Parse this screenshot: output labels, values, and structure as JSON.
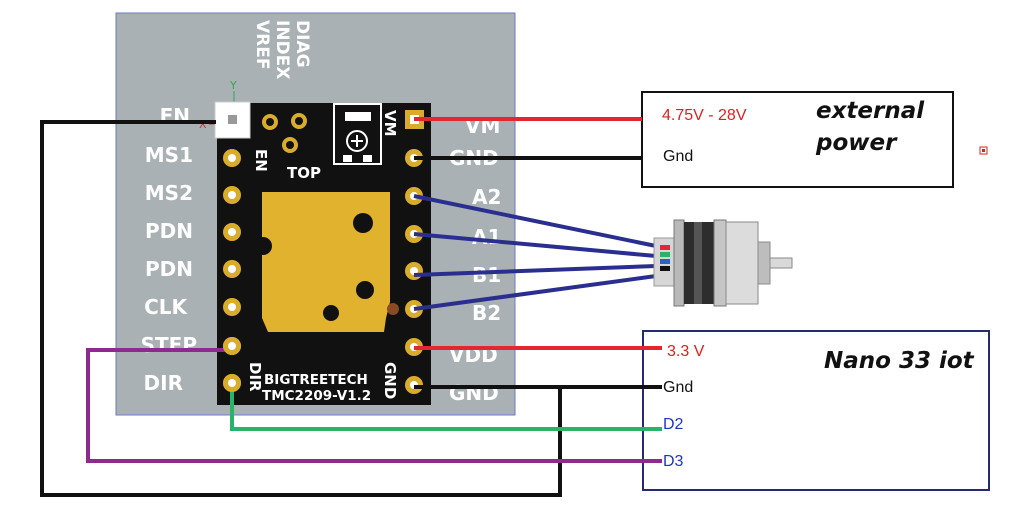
{
  "board": {
    "left_pins": [
      "EN",
      "MS1",
      "MS2",
      "PDN",
      "PDN",
      "CLK",
      "STEP",
      "DIR"
    ],
    "right_pins": [
      "VM",
      "GND",
      "A2",
      "A1",
      "B1",
      "B2",
      "VDD",
      "GND"
    ],
    "top_labels": [
      "DIAG",
      "INDEX",
      "VREF"
    ],
    "chip_left_labels": [
      "EN",
      "DIR"
    ],
    "chip_right_labels": [
      "VM",
      "GND"
    ],
    "top_marker": "TOP",
    "jumper_marks": {
      "y": "Y",
      "x": "X"
    },
    "brand": "BIGTREETECH",
    "model": "TMC2209-V1.2"
  },
  "power_box": {
    "title_line1": "external",
    "title_line2": "power",
    "voltage_label": "4.75V - 28V",
    "gnd_label": "Gnd"
  },
  "nano_box": {
    "title": "Nano 33 iot",
    "v33_label": "3.3 V",
    "gnd_label": "Gnd",
    "d2_label": "D2",
    "d3_label": "D3"
  },
  "colors": {
    "board_bg": "#aab1b4",
    "board_border": "#6f7bc6",
    "chip_bg": "#111111",
    "heatsink": "#e0b22e",
    "pin_ring": "#d9ad2b",
    "wire_power": "#e3262f",
    "wire_ground": "#111111",
    "wire_motor": "#2a2f8f",
    "wire_dir": "#27b36a",
    "wire_step": "#8e2a8e",
    "nano_border": "#262a6e",
    "power_border": "#111111",
    "label_red": "#e02020",
    "label_blue": "#1f33c8"
  },
  "icons": [
    "stepper-motor-icon",
    "potentiometer-icon",
    "jumper-header-icon"
  ]
}
